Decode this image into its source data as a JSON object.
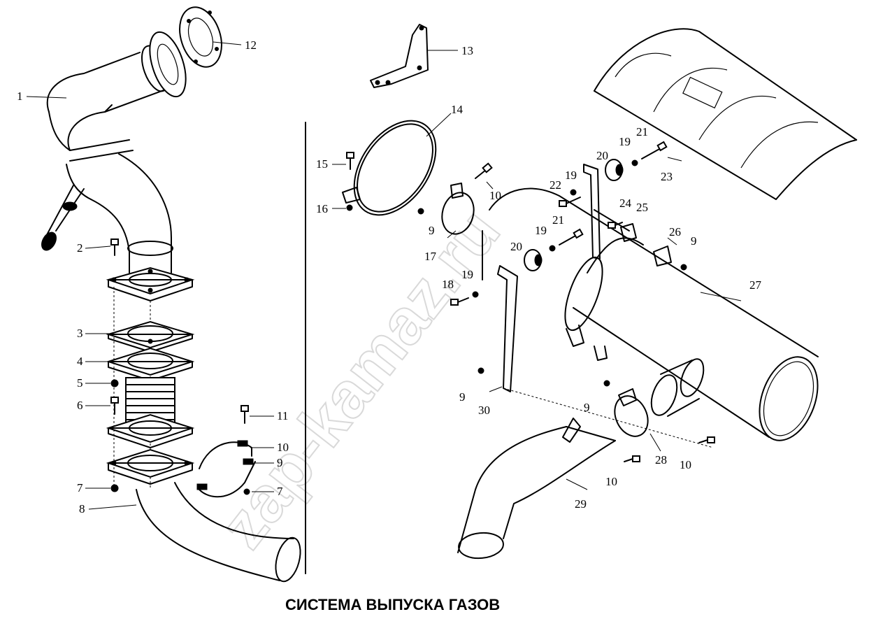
{
  "title": "СИСТЕМА ВЫПУСКА ГАЗОВ",
  "watermark": "zap-kamaz.ru",
  "callouts": [
    {
      "id": "c1",
      "text": "1"
    },
    {
      "id": "c2",
      "text": "2"
    },
    {
      "id": "c3",
      "text": "3"
    },
    {
      "id": "c4",
      "text": "4"
    },
    {
      "id": "c5",
      "text": "5"
    },
    {
      "id": "c6",
      "text": "6"
    },
    {
      "id": "c7a",
      "text": "7"
    },
    {
      "id": "c8",
      "text": "8"
    },
    {
      "id": "c7b",
      "text": "7"
    },
    {
      "id": "c9a",
      "text": "9"
    },
    {
      "id": "c10a",
      "text": "10"
    },
    {
      "id": "c11",
      "text": "11"
    },
    {
      "id": "c12",
      "text": "12"
    },
    {
      "id": "c13",
      "text": "13"
    },
    {
      "id": "c14",
      "text": "14"
    },
    {
      "id": "c15",
      "text": "15"
    },
    {
      "id": "c16",
      "text": "16"
    },
    {
      "id": "c9b",
      "text": "9"
    },
    {
      "id": "c10b",
      "text": "10"
    },
    {
      "id": "c17",
      "text": "17"
    },
    {
      "id": "c18",
      "text": "18"
    },
    {
      "id": "c19a",
      "text": "19"
    },
    {
      "id": "c20a",
      "text": "20"
    },
    {
      "id": "c19b",
      "text": "19"
    },
    {
      "id": "c21a",
      "text": "21"
    },
    {
      "id": "c22",
      "text": "22"
    },
    {
      "id": "c19c",
      "text": "19"
    },
    {
      "id": "c20b",
      "text": "20"
    },
    {
      "id": "c19d",
      "text": "19"
    },
    {
      "id": "c21b",
      "text": "21"
    },
    {
      "id": "c23",
      "text": "23"
    },
    {
      "id": "c24",
      "text": "24"
    },
    {
      "id": "c25",
      "text": "25"
    },
    {
      "id": "c26",
      "text": "26"
    },
    {
      "id": "c9c",
      "text": "9"
    },
    {
      "id": "c27",
      "text": "27"
    },
    {
      "id": "c9d",
      "text": "9"
    },
    {
      "id": "c30",
      "text": "30"
    },
    {
      "id": "c9e",
      "text": "9"
    },
    {
      "id": "c28",
      "text": "28"
    },
    {
      "id": "c10c",
      "text": "10"
    },
    {
      "id": "c10d",
      "text": "10"
    },
    {
      "id": "c29",
      "text": "29"
    }
  ]
}
